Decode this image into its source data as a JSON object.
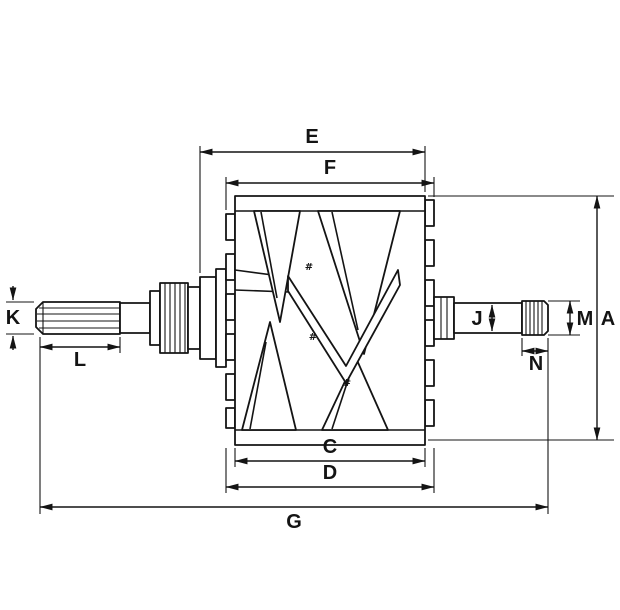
{
  "drawing": {
    "background": "#ffffff",
    "stroke_color": "#141414"
  },
  "dims": {
    "E": "E",
    "F": "F",
    "A": "A",
    "M": "M",
    "J": "J",
    "K": "K",
    "L": "L",
    "N": "N",
    "C": "C",
    "D": "D",
    "G": "G"
  },
  "marks": {
    "hash": "#"
  }
}
